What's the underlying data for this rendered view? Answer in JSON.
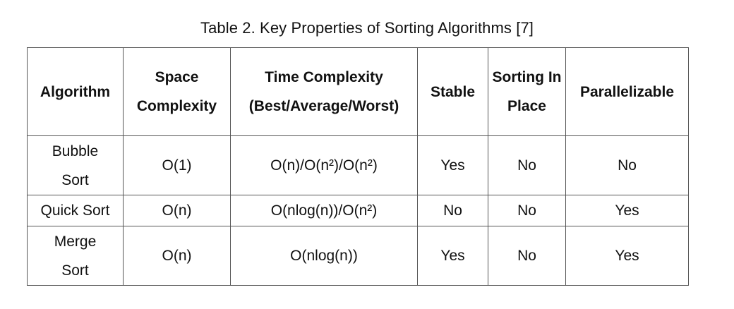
{
  "caption": "Table 2. Key Properties of Sorting Algorithms [7]",
  "headers": {
    "algorithm": "Algorithm",
    "space": "Space Complexity",
    "time": "Time Complexity (Best/Average/Worst)",
    "stable": "Stable",
    "in_place": "Sorting In Place",
    "parallel": "Parallelizable"
  },
  "rows": [
    {
      "algorithm": "Bubble Sort",
      "space": "O(1)",
      "time": "O(n)/O(n²)/O(n²)",
      "stable": "Yes",
      "in_place": "No",
      "parallel": "No"
    },
    {
      "algorithm": "Quick Sort",
      "space": "O(n)",
      "time": "O(nlog(n))/O(n²)",
      "stable": "No",
      "in_place": "No",
      "parallel": "Yes"
    },
    {
      "algorithm": "Merge Sort",
      "space": "O(n)",
      "time": "O(nlog(n))",
      "stable": "Yes",
      "in_place": "No",
      "parallel": "Yes"
    }
  ]
}
